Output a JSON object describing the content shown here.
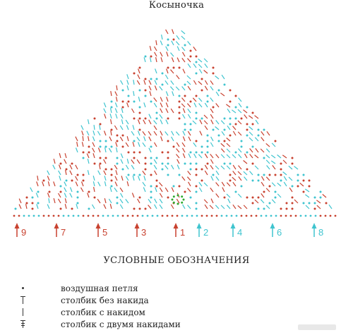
{
  "title": "Косыночка",
  "colors": {
    "odd_rows": "#c8412f",
    "even_rows": "#3fc4cf",
    "start_ring": "#2faa2f",
    "text": "#222222"
  },
  "row_markers": [
    {
      "label": "9",
      "color": "odd"
    },
    {
      "label": "7",
      "color": "odd"
    },
    {
      "label": "5",
      "color": "odd"
    },
    {
      "label": "3",
      "color": "odd"
    },
    {
      "label": "1",
      "color": "odd"
    },
    {
      "label": "2",
      "color": "even"
    },
    {
      "label": "4",
      "color": "even"
    },
    {
      "label": "6",
      "color": "even"
    },
    {
      "label": "8",
      "color": "even"
    }
  ],
  "legend": {
    "heading": "УСЛОВНЫЕ ОБОЗНАЧЕНИЯ",
    "items": [
      {
        "symbol": "chain-dot",
        "label": "воздушная петля"
      },
      {
        "symbol": "single-crochet",
        "label": "столбик без накида"
      },
      {
        "symbol": "double-crochet",
        "label": "столбик с накидом"
      },
      {
        "symbol": "treble-crochet",
        "label": "столбик с двумя накидами"
      }
    ]
  }
}
